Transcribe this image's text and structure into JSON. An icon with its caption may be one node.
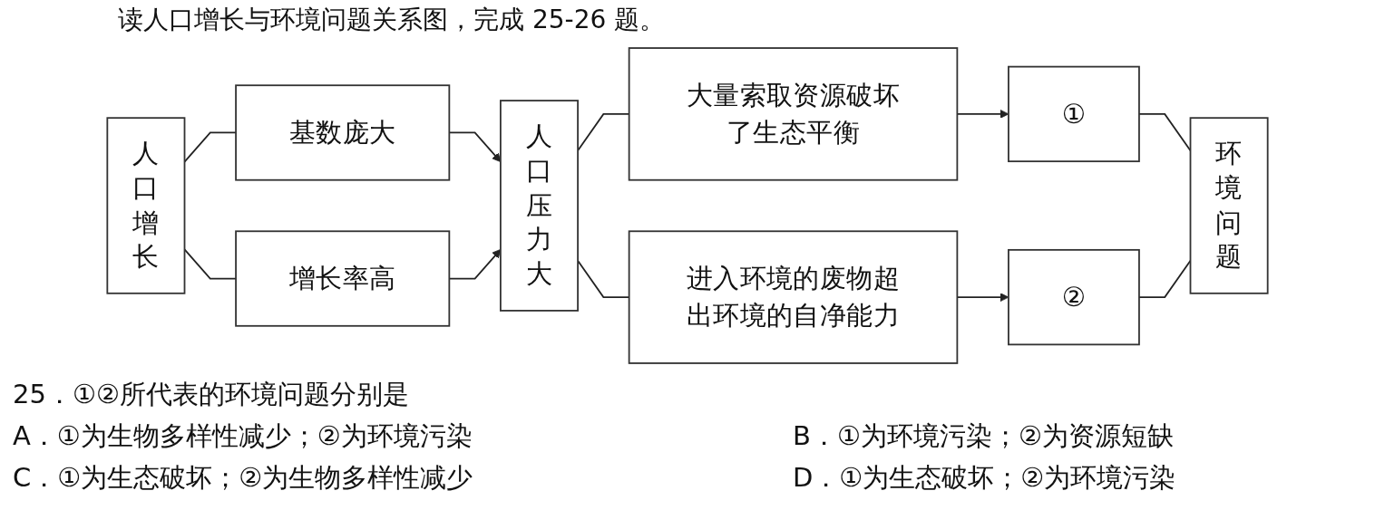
{
  "diagram": {
    "title": "读人口增长与环境问题关系图，完成 25-26 题。",
    "nodes": [
      {
        "text": [
          "人口增长"
        ]
      },
      {
        "text": [
          "基数庞大"
        ]
      },
      {
        "text": [
          "增长率高"
        ]
      },
      {
        "text": [
          "人口压力大"
        ]
      },
      {
        "text": [
          "大量索取资源破坏了生态平衡"
        ]
      },
      {
        "text": [
          "进入环境的废物超出环境的自净能力"
        ]
      },
      {
        "text": [
          "①"
        ]
      },
      {
        "text": [
          "②"
        ]
      },
      {
        "text": [
          "环境问题"
        ]
      }
    ],
    "edges": [
      {
        "from": 0,
        "to": 1,
        "arrow": "none"
      },
      {
        "from": 0,
        "to": 2,
        "arrow": "none"
      },
      {
        "from": 1,
        "to": 3,
        "arrow": "to"
      },
      {
        "from": 2,
        "to": 3,
        "arrow": "to"
      },
      {
        "from": 3,
        "to": 4,
        "arrow": "none"
      },
      {
        "from": 3,
        "to": 5,
        "arrow": "none"
      },
      {
        "from": 4,
        "to": 6,
        "arrow": "to"
      },
      {
        "from": 5,
        "to": 7,
        "arrow": "to"
      },
      {
        "from": 6,
        "to": 8,
        "arrow": "none"
      },
      {
        "from": 7,
        "to": 8,
        "arrow": "none"
      }
    ],
    "labels": [
      "25．①②所代表的环境问题分别是",
      "A．①为生物多样性减少；②为环境污染",
      "B．①为环境污染；②为资源短缺",
      "C．①为生态破坏；②为生物多样性减少",
      "D．①为生态破坏；②为环境污染"
    ]
  }
}
